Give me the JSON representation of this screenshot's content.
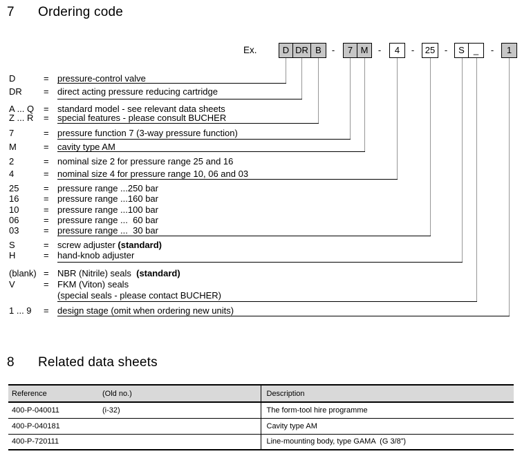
{
  "section_ordering_code": {
    "number": "7",
    "title": "Ordering code"
  },
  "example": {
    "label": "Ex.",
    "separator": "-",
    "box_fill_color": "#c6c6c6",
    "boxes": [
      {
        "text": "D",
        "filled": true,
        "group": 0
      },
      {
        "text": "DR",
        "filled": true,
        "group": 0
      },
      {
        "text": "B",
        "filled": true,
        "group": 0
      },
      {
        "text": "7",
        "filled": true,
        "group": 1
      },
      {
        "text": "M",
        "filled": true,
        "group": 1
      },
      {
        "text": "4",
        "filled": false,
        "group": 2
      },
      {
        "text": "25",
        "filled": false,
        "group": 3
      },
      {
        "text": "S",
        "filled": false,
        "group": 4
      },
      {
        "text": "_",
        "filled": false,
        "group": 4
      },
      {
        "text": "1",
        "filled": true,
        "group": 5
      }
    ]
  },
  "legend": {
    "rows": [
      {
        "label": "D",
        "eq": "=",
        "desc": "pressure-control valve"
      },
      {
        "label": "DR",
        "eq": "=",
        "desc": "direct acting pressure reducing cartridge"
      },
      {
        "label": "A ... Q",
        "eq": "=",
        "desc": "standard model - see relevant data sheets"
      },
      {
        "label": "Z ... R",
        "eq": "=",
        "desc": "special features - please consult BUCHER"
      },
      {
        "label": "7",
        "eq": "=",
        "desc": "pressure function 7 (3-way pressure function)"
      },
      {
        "label": "M",
        "eq": "=",
        "desc": "cavity type AM"
      },
      {
        "label": "2",
        "eq": "=",
        "desc": "nominal size 2 for pressure range 25 and 16"
      },
      {
        "label": "4",
        "eq": "=",
        "desc": "nominal size 4 for pressure range 10, 06 and 03"
      },
      {
        "label": "25",
        "eq": "=",
        "desc": "pressure range ...250 bar"
      },
      {
        "label": "16",
        "eq": "=",
        "desc": "pressure range ...160 bar"
      },
      {
        "label": "10",
        "eq": "=",
        "desc": "pressure range ...100 bar"
      },
      {
        "label": "06",
        "eq": "=",
        "desc": "pressure range ...  60 bar"
      },
      {
        "label": "03",
        "eq": "=",
        "desc": "pressure range ...  30 bar"
      },
      {
        "label": "S",
        "eq": "=",
        "desc": "screw adjuster ",
        "desc_bold": "(standard)"
      },
      {
        "label": "H",
        "eq": "=",
        "desc": "hand-knob adjuster"
      },
      {
        "label": "(blank)",
        "eq": "=",
        "desc": "NBR (Nitrile) seals  ",
        "desc_bold": "(standard)"
      },
      {
        "label": "V",
        "eq": "=",
        "desc": "FKM (Viton) seals"
      },
      {
        "label": "",
        "eq": "",
        "desc": "(special seals - please contact BUCHER)"
      },
      {
        "label": "1 ... 9",
        "eq": "=",
        "desc": "design stage (omit when ordering new units)"
      }
    ]
  },
  "section_related": {
    "number": "8",
    "title": "Related data sheets"
  },
  "datasheets_table": {
    "headers": [
      "Reference",
      "(Old no.)",
      "Description"
    ],
    "rows": [
      [
        "400-P-040011",
        "(i-32)",
        "The form-tool hire programme"
      ],
      [
        "400-P-040181",
        "",
        "Cavity type AM"
      ],
      [
        "400-P-720111",
        "",
        "Line-mounting body, type GAMA  (G 3/8”)"
      ]
    ]
  }
}
